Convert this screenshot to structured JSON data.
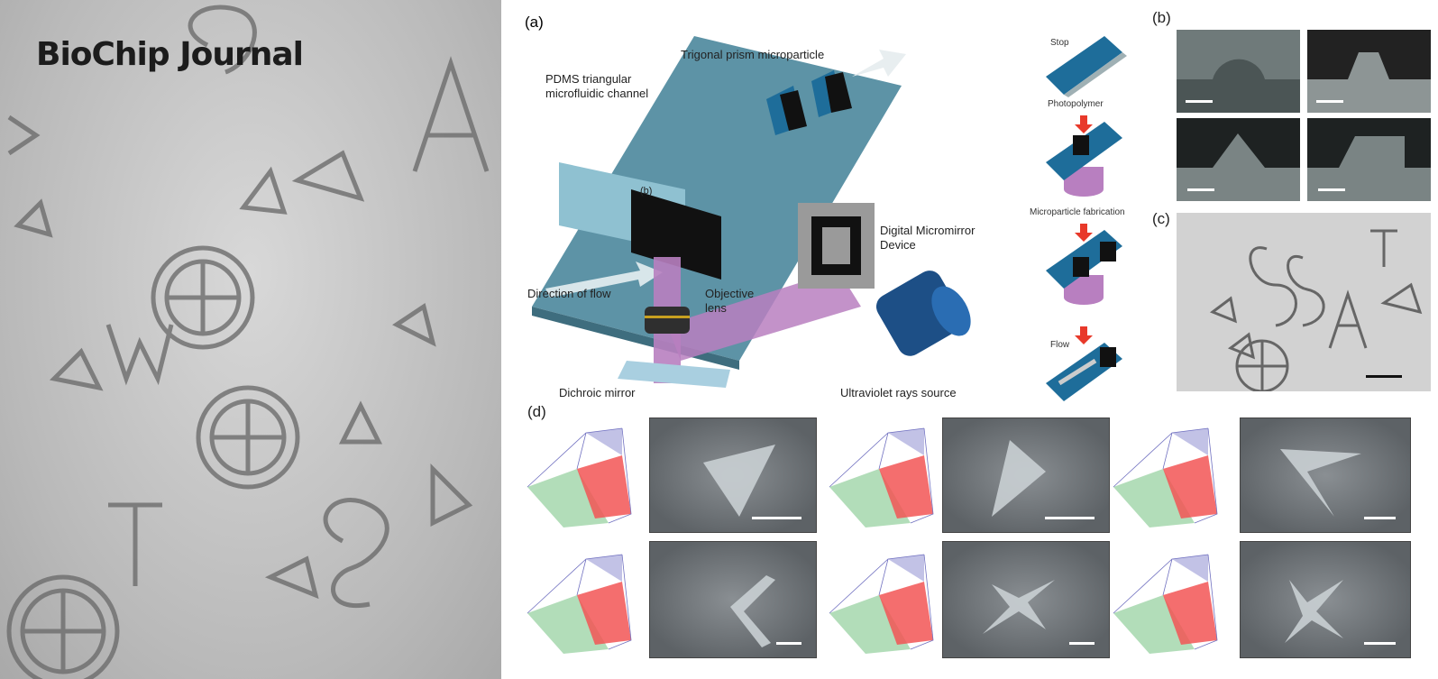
{
  "cover": {
    "title": "BioChip Journal"
  },
  "panel_a": {
    "label": "(a)",
    "channel": "PDMS triangular microfluidic channel",
    "channel_line1": "PDMS triangular",
    "channel_line2": "microfluidic channel",
    "particle": "Trigonal prism microparticle",
    "inset_b": "(b)",
    "flow_dir": "Direction of flow",
    "objective_line1": "Objective",
    "objective_line2": "lens",
    "dmd_line1": "Digital Micromirror",
    "dmd_line2": "Device",
    "dichroic": "Dichroic mirror",
    "uv": "Ultraviolet rays source",
    "steps": {
      "stop": "Stop",
      "photopolymer": "Photopolymer",
      "fabrication": "Microparticle fabrication",
      "flow": "Flow"
    }
  },
  "panel_b": {
    "label": "(b)"
  },
  "panel_c": {
    "label": "(c)"
  },
  "panel_d": {
    "label": "(d)"
  },
  "colors": {
    "channel": "#5d93a6",
    "light": "#b87fc0",
    "arrow": "#e8392a",
    "prism": "#1e6d9a"
  }
}
